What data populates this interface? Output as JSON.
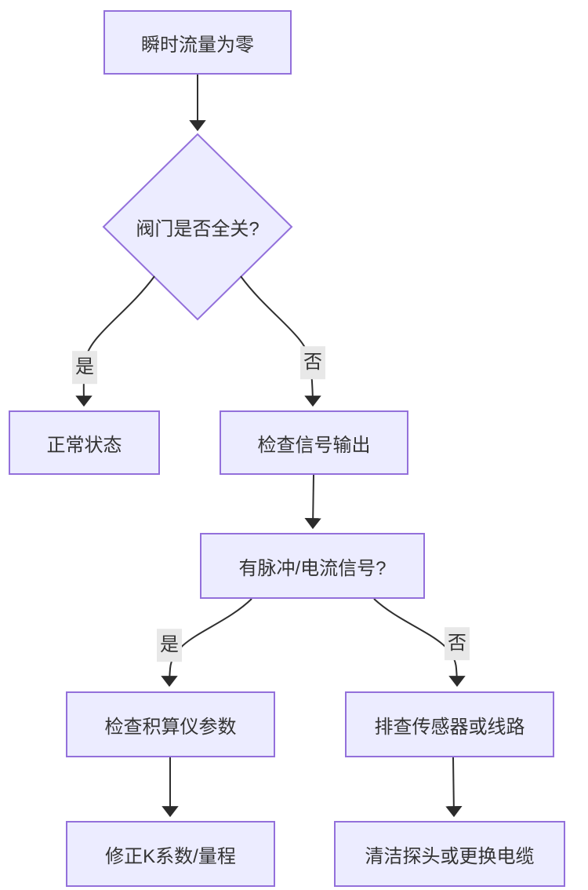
{
  "diagram": {
    "type": "flowchart",
    "direction": "top-down",
    "colors": {
      "node_fill": "#ECECFF",
      "node_border": "#9370DB",
      "edge_line": "#2f2f2f",
      "edge_label_bg": "#e8e8e8",
      "text": "#333333",
      "background": "#ffffff"
    },
    "nodes": [
      {
        "id": "A",
        "shape": "rect",
        "label": "瞬时流量为零"
      },
      {
        "id": "B",
        "shape": "diamond",
        "label": "阀门是否全关?"
      },
      {
        "id": "C",
        "shape": "rect",
        "label": "正常状态"
      },
      {
        "id": "D",
        "shape": "rect",
        "label": "检查信号输出"
      },
      {
        "id": "E",
        "shape": "rect",
        "label": "有脉冲/电流信号?"
      },
      {
        "id": "F",
        "shape": "rect",
        "label": "检查积算仪参数"
      },
      {
        "id": "G",
        "shape": "rect",
        "label": "排查传感器或线路"
      },
      {
        "id": "H",
        "shape": "rect",
        "label": "修正K系数/量程"
      },
      {
        "id": "I",
        "shape": "rect",
        "label": "清洁探头或更换电缆"
      }
    ],
    "edges": [
      {
        "from": "A",
        "to": "B",
        "label": ""
      },
      {
        "from": "B",
        "to": "C",
        "label": "是"
      },
      {
        "from": "B",
        "to": "D",
        "label": "否"
      },
      {
        "from": "D",
        "to": "E",
        "label": ""
      },
      {
        "from": "E",
        "to": "F",
        "label": "是"
      },
      {
        "from": "E",
        "to": "G",
        "label": "否"
      },
      {
        "from": "F",
        "to": "H",
        "label": ""
      },
      {
        "from": "G",
        "to": "I",
        "label": ""
      }
    ]
  }
}
